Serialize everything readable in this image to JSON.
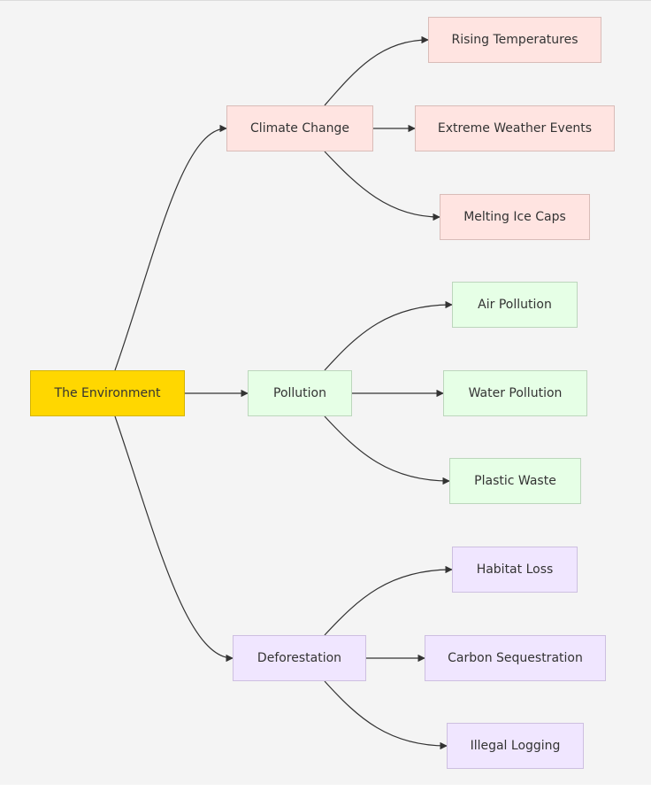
{
  "diagram": {
    "root": {
      "label": "The Environment",
      "color": "#ffd700"
    },
    "branches": [
      {
        "label": "Climate Change",
        "color": "#ffe4e1",
        "children": [
          "Rising Temperatures",
          "Extreme Weather Events",
          "Melting Ice Caps"
        ]
      },
      {
        "label": "Pollution",
        "color": "#e6ffe6",
        "children": [
          "Air Pollution",
          "Water Pollution",
          "Plastic Waste"
        ]
      },
      {
        "label": "Deforestation",
        "color": "#f0e6ff",
        "children": [
          "Habitat Loss",
          "Carbon Sequestration",
          "Illegal Logging"
        ]
      }
    ]
  }
}
